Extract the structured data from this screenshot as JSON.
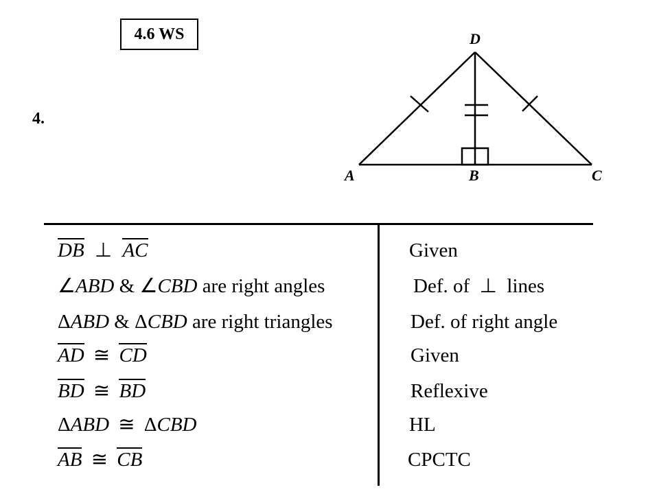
{
  "worksheet_title": "4.6 WS",
  "problem_number": "4.",
  "figure": {
    "vertices": {
      "top": "D",
      "left": "A",
      "middle": "B",
      "right": "C"
    }
  },
  "proof": {
    "rows": [
      {
        "statement": {
          "seg1": "DB",
          "rel": "⊥",
          "seg2": "AC"
        },
        "reason": "Given"
      },
      {
        "statement": {
          "sym1": "∠",
          "ang1": "ABD",
          "amp": " & ",
          "sym2": "∠",
          "ang2": "CBD",
          "tail": " are right angles"
        },
        "reason": "Def. of  ⊥  lines"
      },
      {
        "statement": {
          "sym1": "Δ",
          "tri1": "ABD",
          "amp": " & ",
          "sym2": "Δ",
          "tri2": "CBD",
          "tail": " are right triangles"
        },
        "reason": "Def. of right angle"
      },
      {
        "statement": {
          "seg1": "AD",
          "rel": "≅",
          "seg2": "CD"
        },
        "reason": "Given"
      },
      {
        "statement": {
          "seg1": "BD",
          "rel": "≅",
          "seg2": "BD"
        },
        "reason": "Reflexive"
      },
      {
        "statement": {
          "sym1": "Δ",
          "tri1": "ABD",
          "rel": "≅",
          "sym2": "Δ",
          "tri2": "CBD"
        },
        "reason": "HL"
      },
      {
        "statement": {
          "seg1": "AB",
          "rel": "≅",
          "seg2": "CB"
        },
        "reason": "CPCTC"
      }
    ]
  }
}
